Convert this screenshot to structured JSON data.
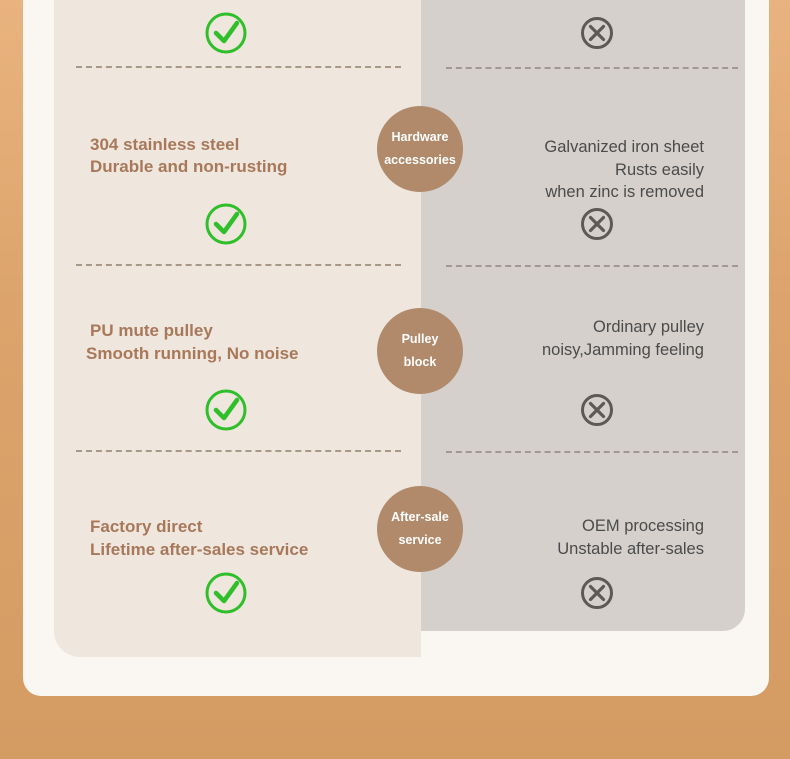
{
  "rows": [
    {
      "left_lines": [],
      "badge_lines": [],
      "right_lines": [],
      "left_icon": "check-icon",
      "right_icon": "cross-icon"
    },
    {
      "left_lines": [
        "304 stainless steel",
        "Durable and non-rusting"
      ],
      "badge_lines": [
        "Hardware",
        "accessories"
      ],
      "right_lines": [
        "Galvanized iron sheet",
        "Rusts easily",
        "when zinc is removed"
      ],
      "left_icon": "check-icon",
      "right_icon": "cross-icon"
    },
    {
      "left_lines": [
        "PU mute pulley",
        "Smooth running, No noise"
      ],
      "badge_lines": [
        "Pulley",
        "block"
      ],
      "right_lines": [
        "Ordinary pulley",
        "noisy,Jamming feeling"
      ],
      "left_icon": "check-icon",
      "right_icon": "cross-icon"
    },
    {
      "left_lines": [
        "Factory direct",
        "Lifetime after-sales service"
      ],
      "badge_lines": [
        "After-sale",
        "service"
      ],
      "right_lines": [
        "OEM processing",
        "Unstable after-sales"
      ],
      "left_icon": "check-icon",
      "right_icon": "cross-icon"
    }
  ],
  "colors": {
    "check": "#2fbf2a",
    "cross": "#5c5956",
    "badge": "#b08a6a",
    "left_text": "#a8785a",
    "right_text": "#4b4b4b"
  }
}
